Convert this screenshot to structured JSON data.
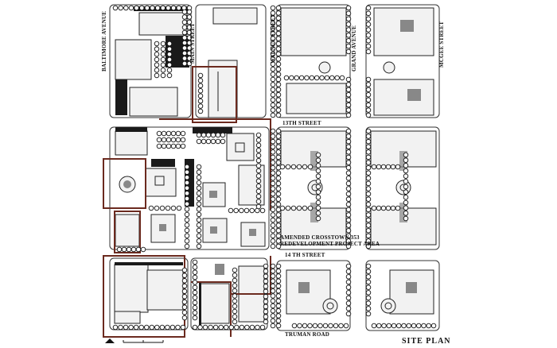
{
  "title": "SITE PLAN",
  "project_area": [
    "AMENDED CROSSTOWN 353",
    "REDEVELOPMENT PROJECT AREA"
  ],
  "streets": {
    "baltimore": "BALTIMORE AVENUE",
    "main": "MAIN STREET",
    "walnut": "WALNUT STREET",
    "grand": "GRAND AVENUE",
    "mcgee": "MCGEE STREET",
    "thirteenth": "13TH STREET",
    "fourteenth": "14 TH STREET",
    "truman": "TRUMAN ROAD"
  },
  "colors": {
    "outline": "#6b2a1f",
    "ink": "#1a1a1a"
  }
}
